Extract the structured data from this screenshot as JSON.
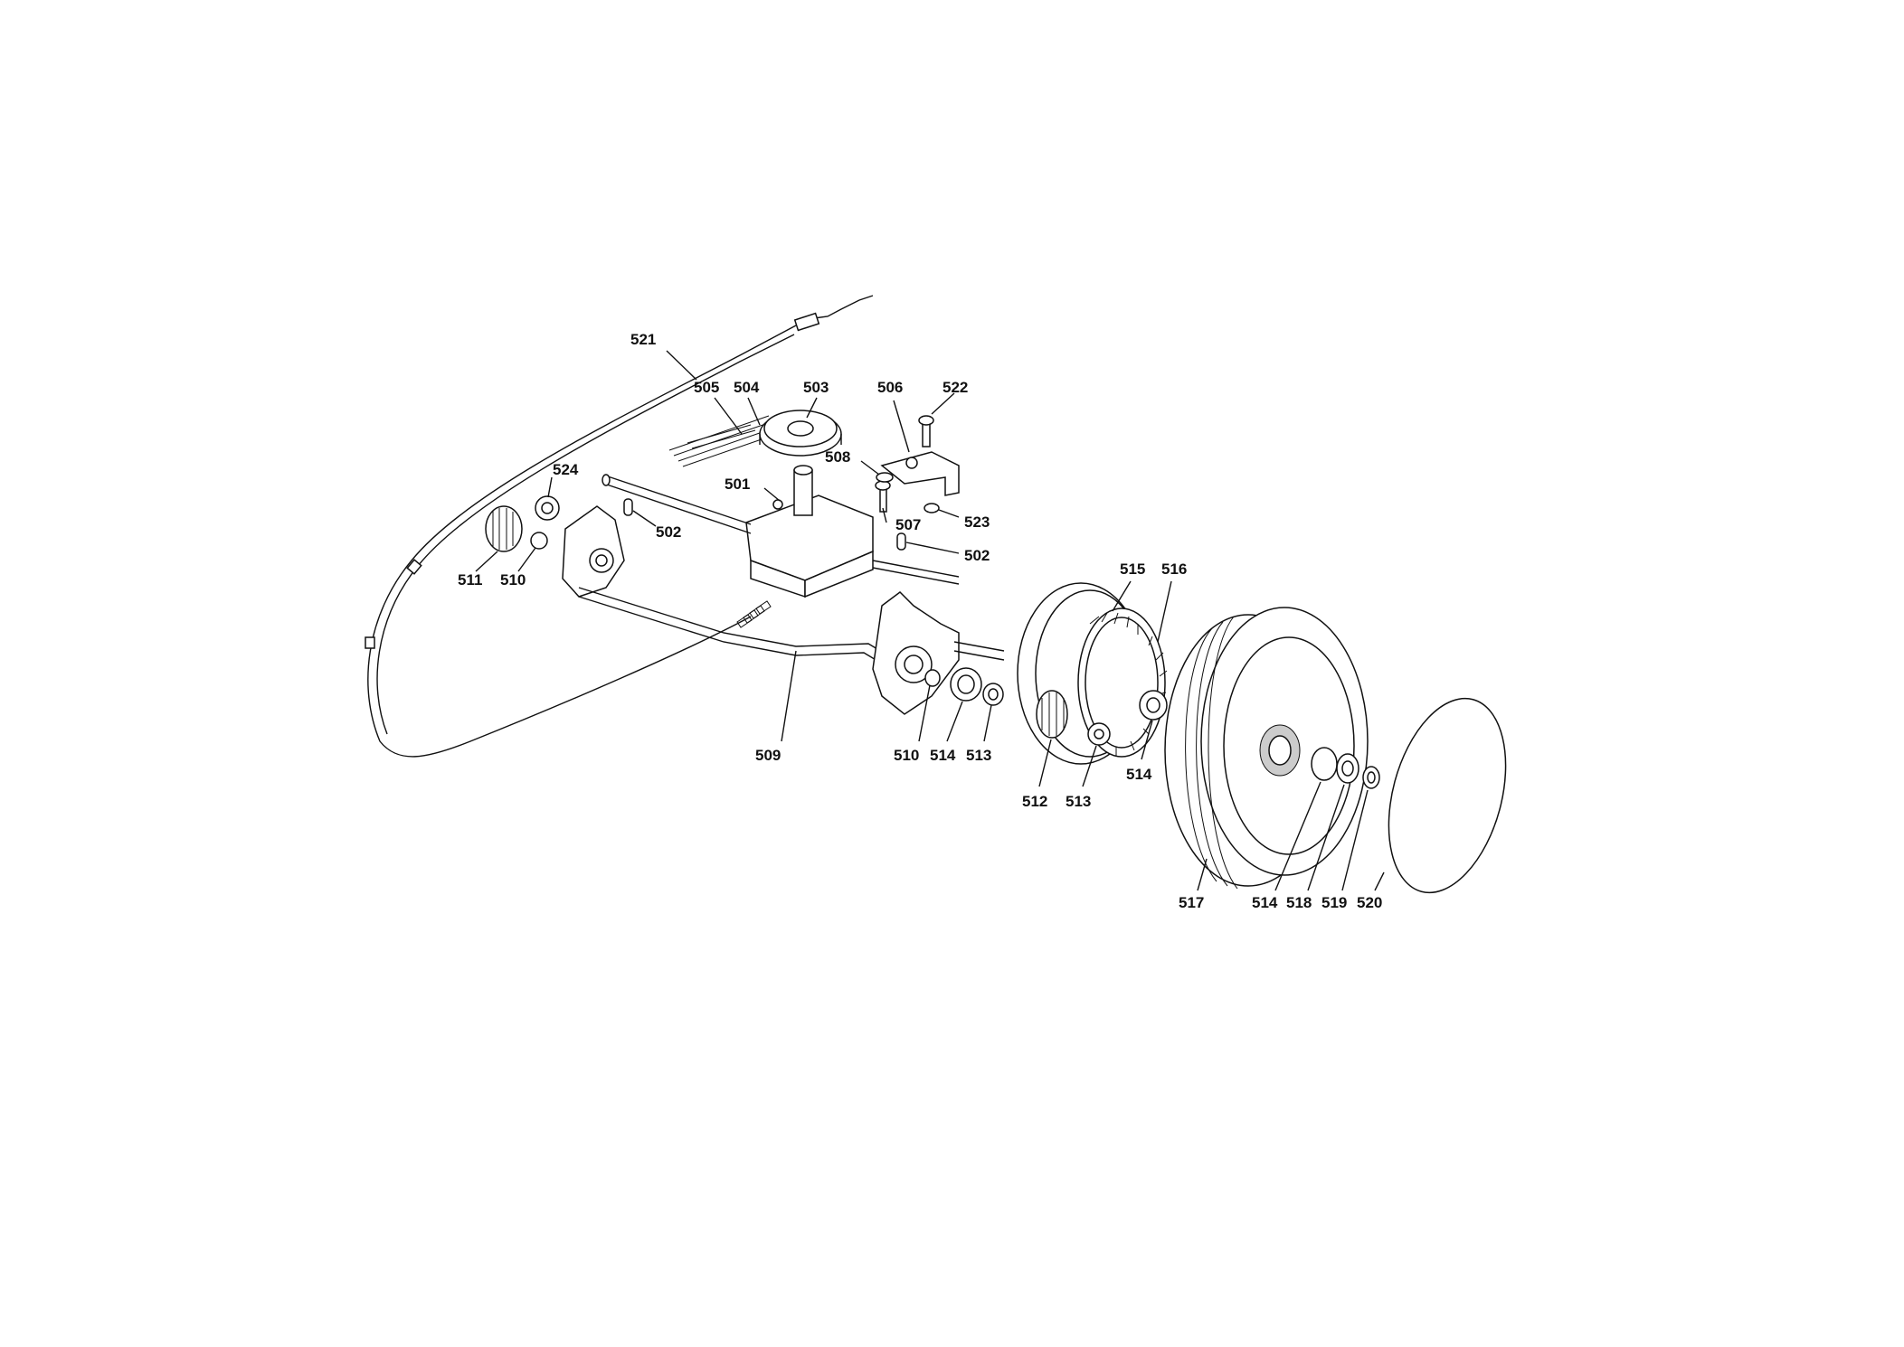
{
  "labels": {
    "p501": "501",
    "p502a": "502",
    "p502b": "502",
    "p503": "503",
    "p504": "504",
    "p505": "505",
    "p506": "506",
    "p507": "507",
    "p508": "508",
    "p509": "509",
    "p510a": "510",
    "p510b": "510",
    "p511": "511",
    "p512": "512",
    "p513a": "513",
    "p513b": "513",
    "p514a": "514",
    "p514b": "514",
    "p514c": "514",
    "p515": "515",
    "p516": "516",
    "p517": "517",
    "p518": "518",
    "p519": "519",
    "p520": "520",
    "p521": "521",
    "p522": "522",
    "p523": "523",
    "p524": "524"
  }
}
